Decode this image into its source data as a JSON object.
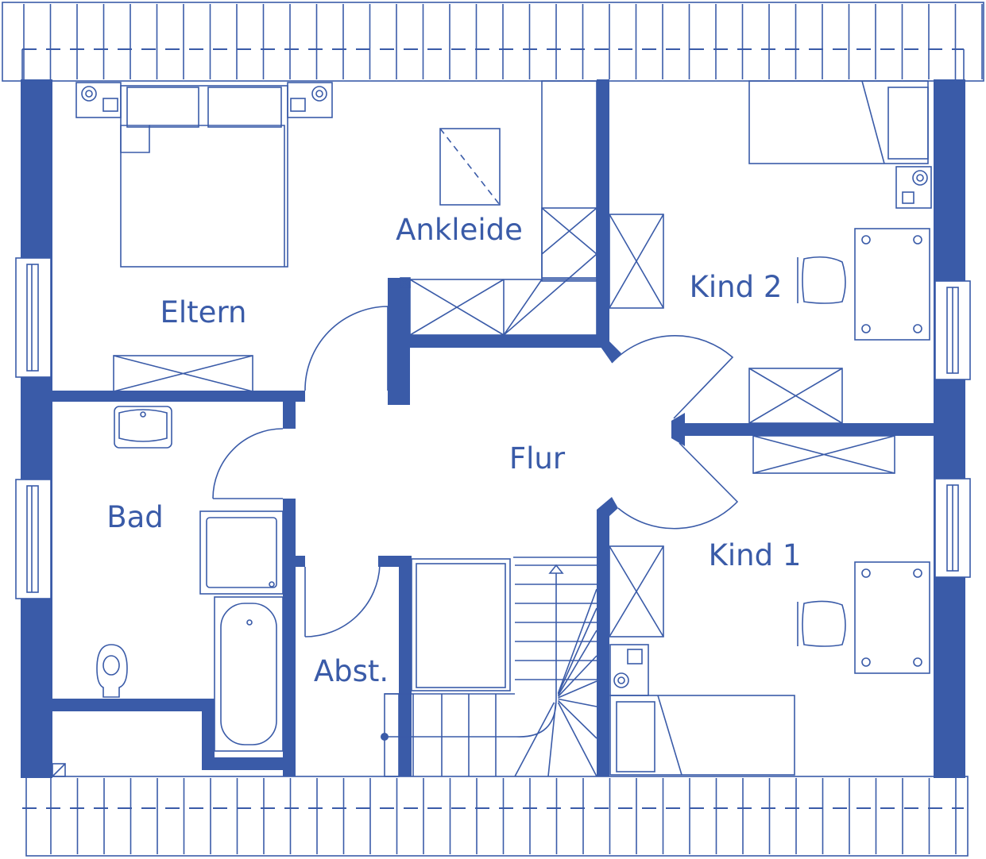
{
  "floorplan": {
    "colors": {
      "line": "#3a5ba8",
      "background": "#ffffff"
    },
    "rooms": [
      {
        "id": "eltern",
        "label": "Eltern"
      },
      {
        "id": "ankleide",
        "label": "Ankleide"
      },
      {
        "id": "kind2",
        "label": "Kind 2"
      },
      {
        "id": "flur",
        "label": "Flur"
      },
      {
        "id": "bad",
        "label": "Bad"
      },
      {
        "id": "kind1",
        "label": "Kind 1"
      },
      {
        "id": "abst",
        "label": "Abst."
      }
    ]
  }
}
